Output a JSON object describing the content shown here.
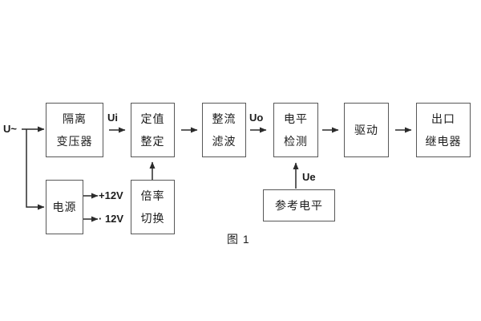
{
  "figure": {
    "caption": "图 1"
  },
  "signal_labels": {
    "input": "U~",
    "ui": "Ui",
    "uo": "Uo",
    "ue": "Ue",
    "plus_12v": "+12V",
    "minus_12v": "· 12V"
  },
  "blocks": {
    "isolation_transformer": {
      "line1": "隔离",
      "line2": "变压器"
    },
    "setting": {
      "line1": "定值",
      "line2": "整定"
    },
    "rectifier_filter": {
      "line1": "整流",
      "line2": "滤波"
    },
    "level_detection": {
      "line1": "电平",
      "line2": "检测"
    },
    "drive": {
      "label": "驱动"
    },
    "output_relay": {
      "line1": "出口",
      "line2": "继电器"
    },
    "power_supply": {
      "label": "电源"
    },
    "ratio_switch": {
      "line1": "倍率",
      "line2": "切换"
    },
    "reference_level": {
      "label": "参考电平"
    }
  },
  "colors": {
    "wire": "#2b2b2b",
    "box_border": "#585858",
    "text": "#1c1c1c",
    "background": "#ffffff"
  }
}
